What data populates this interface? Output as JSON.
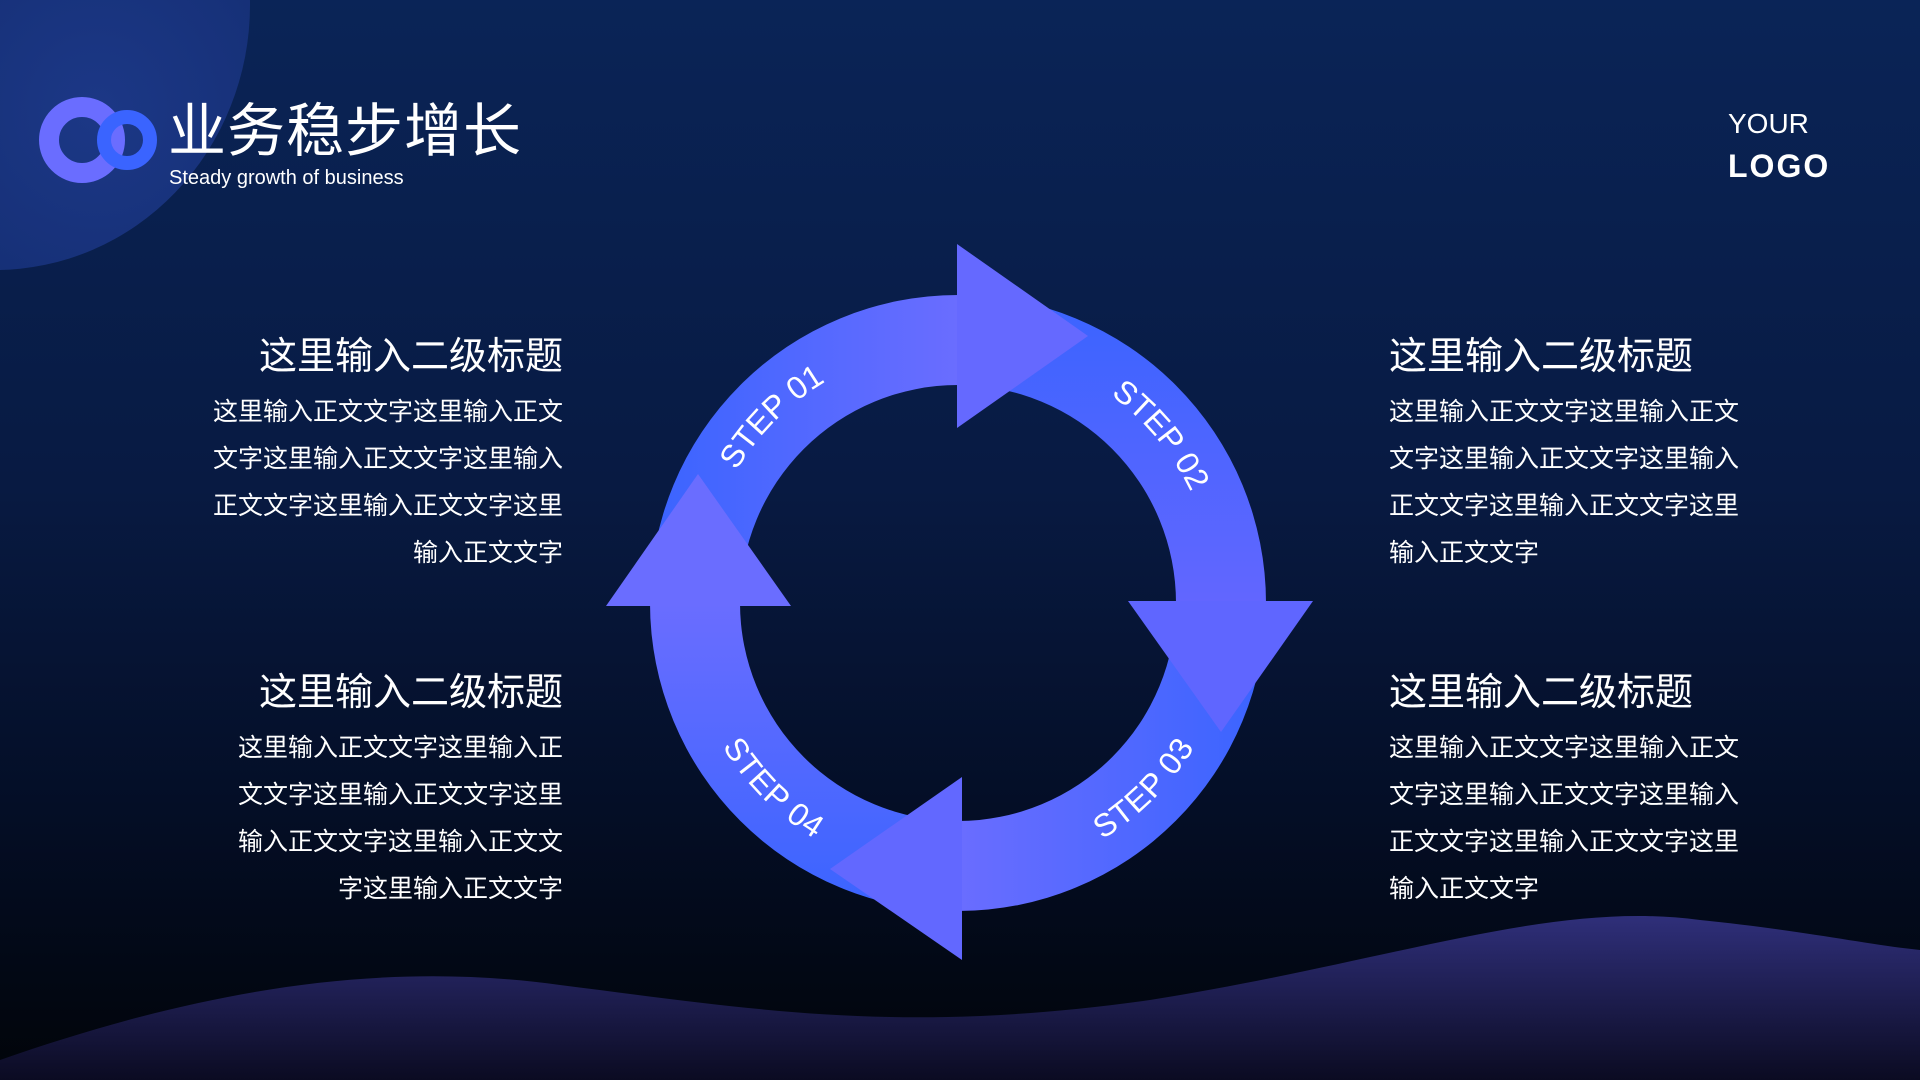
{
  "header": {
    "title": "业务稳步增长",
    "subtitle": "Steady growth of business"
  },
  "brand": {
    "line1": "YOUR",
    "line2": "LOGO"
  },
  "cycle": {
    "steps": [
      "STEP 01",
      "STEP 02",
      "STEP 03",
      "STEP 04"
    ]
  },
  "blocks": [
    {
      "heading": "这里输入二级标题",
      "lines": [
        "这里输入正文文字这里输入正文",
        "文字这里输入正文文字这里输入",
        "正文文字这里输入正文文字这里",
        "输入正文文字"
      ]
    },
    {
      "heading": "这里输入二级标题",
      "lines": [
        "这里输入正文文字这里输入正文",
        "文字这里输入正文文字这里输入",
        "正文文字这里输入正文文字这里",
        "输入正文文字"
      ]
    },
    {
      "heading": "这里输入二级标题",
      "lines": [
        "这里输入正文文字这里输入正",
        "文文字这里输入正文文字这里",
        "输入正文文字这里输入正文文",
        "字这里输入正文文字"
      ]
    },
    {
      "heading": "这里输入二级标题",
      "lines": [
        "这里输入正文文字这里输入正文",
        "文字这里输入正文文字这里输入",
        "正文文字这里输入正文文字这里",
        "输入正文文字"
      ]
    }
  ],
  "colors": {
    "accent": "#3a64ff",
    "accent2": "#6a6dff",
    "bg": "#0a2457"
  }
}
